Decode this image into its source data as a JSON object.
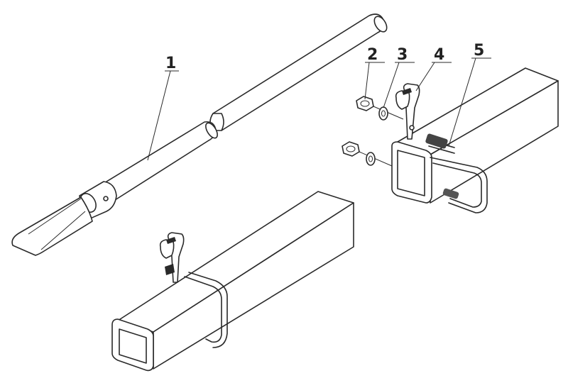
{
  "callouts": [
    {
      "id": "1",
      "label": "1"
    },
    {
      "id": "2",
      "label": "2"
    },
    {
      "id": "3",
      "label": "3"
    },
    {
      "id": "4",
      "label": "4"
    },
    {
      "id": "5",
      "label": "5"
    }
  ],
  "colors": {
    "line": "#2a2a2a",
    "background": "#ffffff",
    "shade": "#e8e8e8"
  }
}
